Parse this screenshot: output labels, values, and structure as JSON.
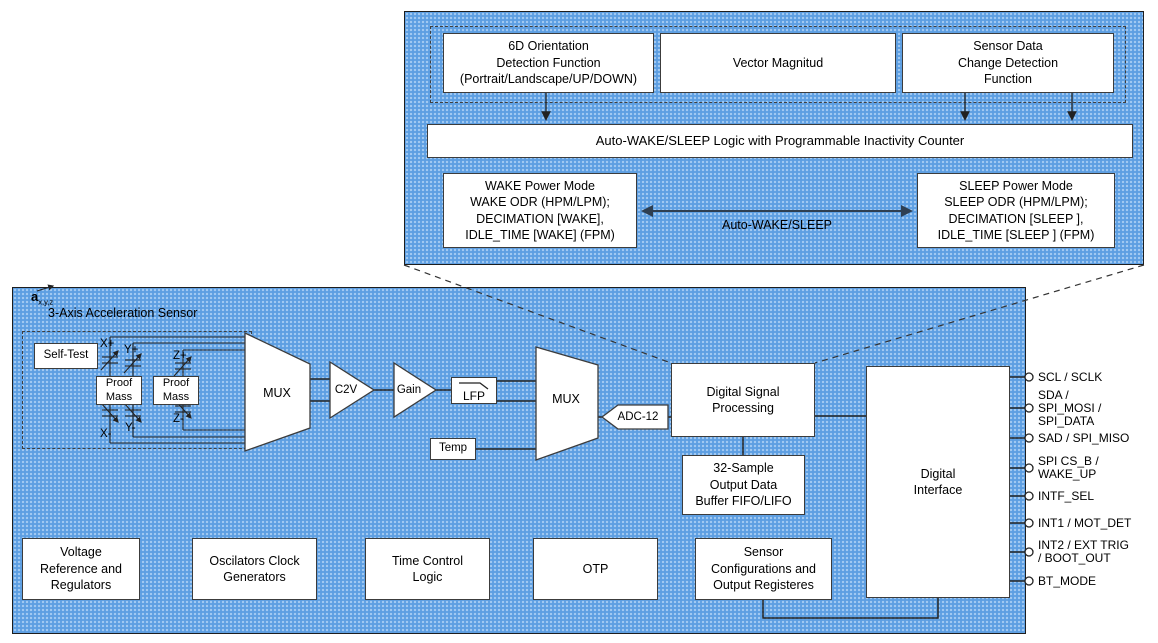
{
  "top_panel": {
    "orientation_box": "6D Orientation\nDetection Function\n(Portrait/Landscape/UP/DOWN)",
    "vector_box": "Vector Magnitud",
    "sensor_change_box": "Sensor Data\nChange Detection\nFunction",
    "logic_bar": "Auto-WAKE/SLEEP Logic with Programmable Inactivity Counter",
    "wake_box": "WAKE Power Mode\nWAKE ODR (HPM/LPM);\nDECIMATION [WAKE],\nIDLE_TIME [WAKE] (FPM)",
    "sleep_box": "SLEEP Power Mode\nSLEEP ODR (HPM/LPM);\nDECIMATION [SLEEP ],\nIDLE_TIME [SLEEP ] (FPM)",
    "arrow_label": "Auto-WAKE/SLEEP"
  },
  "sensor_section": {
    "accel_symbol": "a",
    "accel_subscript": "x,y,z",
    "title": "3-Axis Acceleration Sensor",
    "self_test": "Self-Test",
    "proof_mass_1": "Proof\nMass",
    "proof_mass_2": "Proof\nMass",
    "x_plus": "X+",
    "y_plus": "Y+",
    "z_plus": "Z+",
    "x_minus": "X-",
    "y_minus": "Y-",
    "z_minus": "Z-"
  },
  "signal_chain": {
    "mux1": "MUX",
    "c2v": "C2V",
    "gain": "Gain",
    "lfp": "LFP",
    "temp": "Temp",
    "mux2": "MUX",
    "adc": "ADC-12"
  },
  "digital_blocks": {
    "dsp": "Digital Signal\nProcessing",
    "fifo": "32-Sample\nOutput Data\nBuffer FIFO/LIFO",
    "interface": "Digital\nInterface",
    "sensor_config": "Sensor\nConfigurations and\nOutput Registeres"
  },
  "support_blocks": {
    "voltage": "Voltage\nReference and\nRegulators",
    "oscillators": "Oscilators Clock\nGenerators",
    "time_control": "Time Control\nLogic",
    "otp": "OTP"
  },
  "pins": [
    {
      "label": "SCL / SCLK"
    },
    {
      "label": "SDA /\nSPI_MOSI /\nSPI_DATA"
    },
    {
      "label": "SAD / SPI_MISO"
    },
    {
      "label": "SPI CS_B /\nWAKE_UP"
    },
    {
      "label": "INTF_SEL"
    },
    {
      "label": "INT1 / MOT_DET"
    },
    {
      "label": "INT2 / EXT TRIG\n/ BOOT_OUT"
    },
    {
      "label": "BT_MODE"
    }
  ],
  "colors": {
    "panel_blue": "#5d9ee2",
    "box_border": "#3c3c3c",
    "line": "#222222"
  }
}
